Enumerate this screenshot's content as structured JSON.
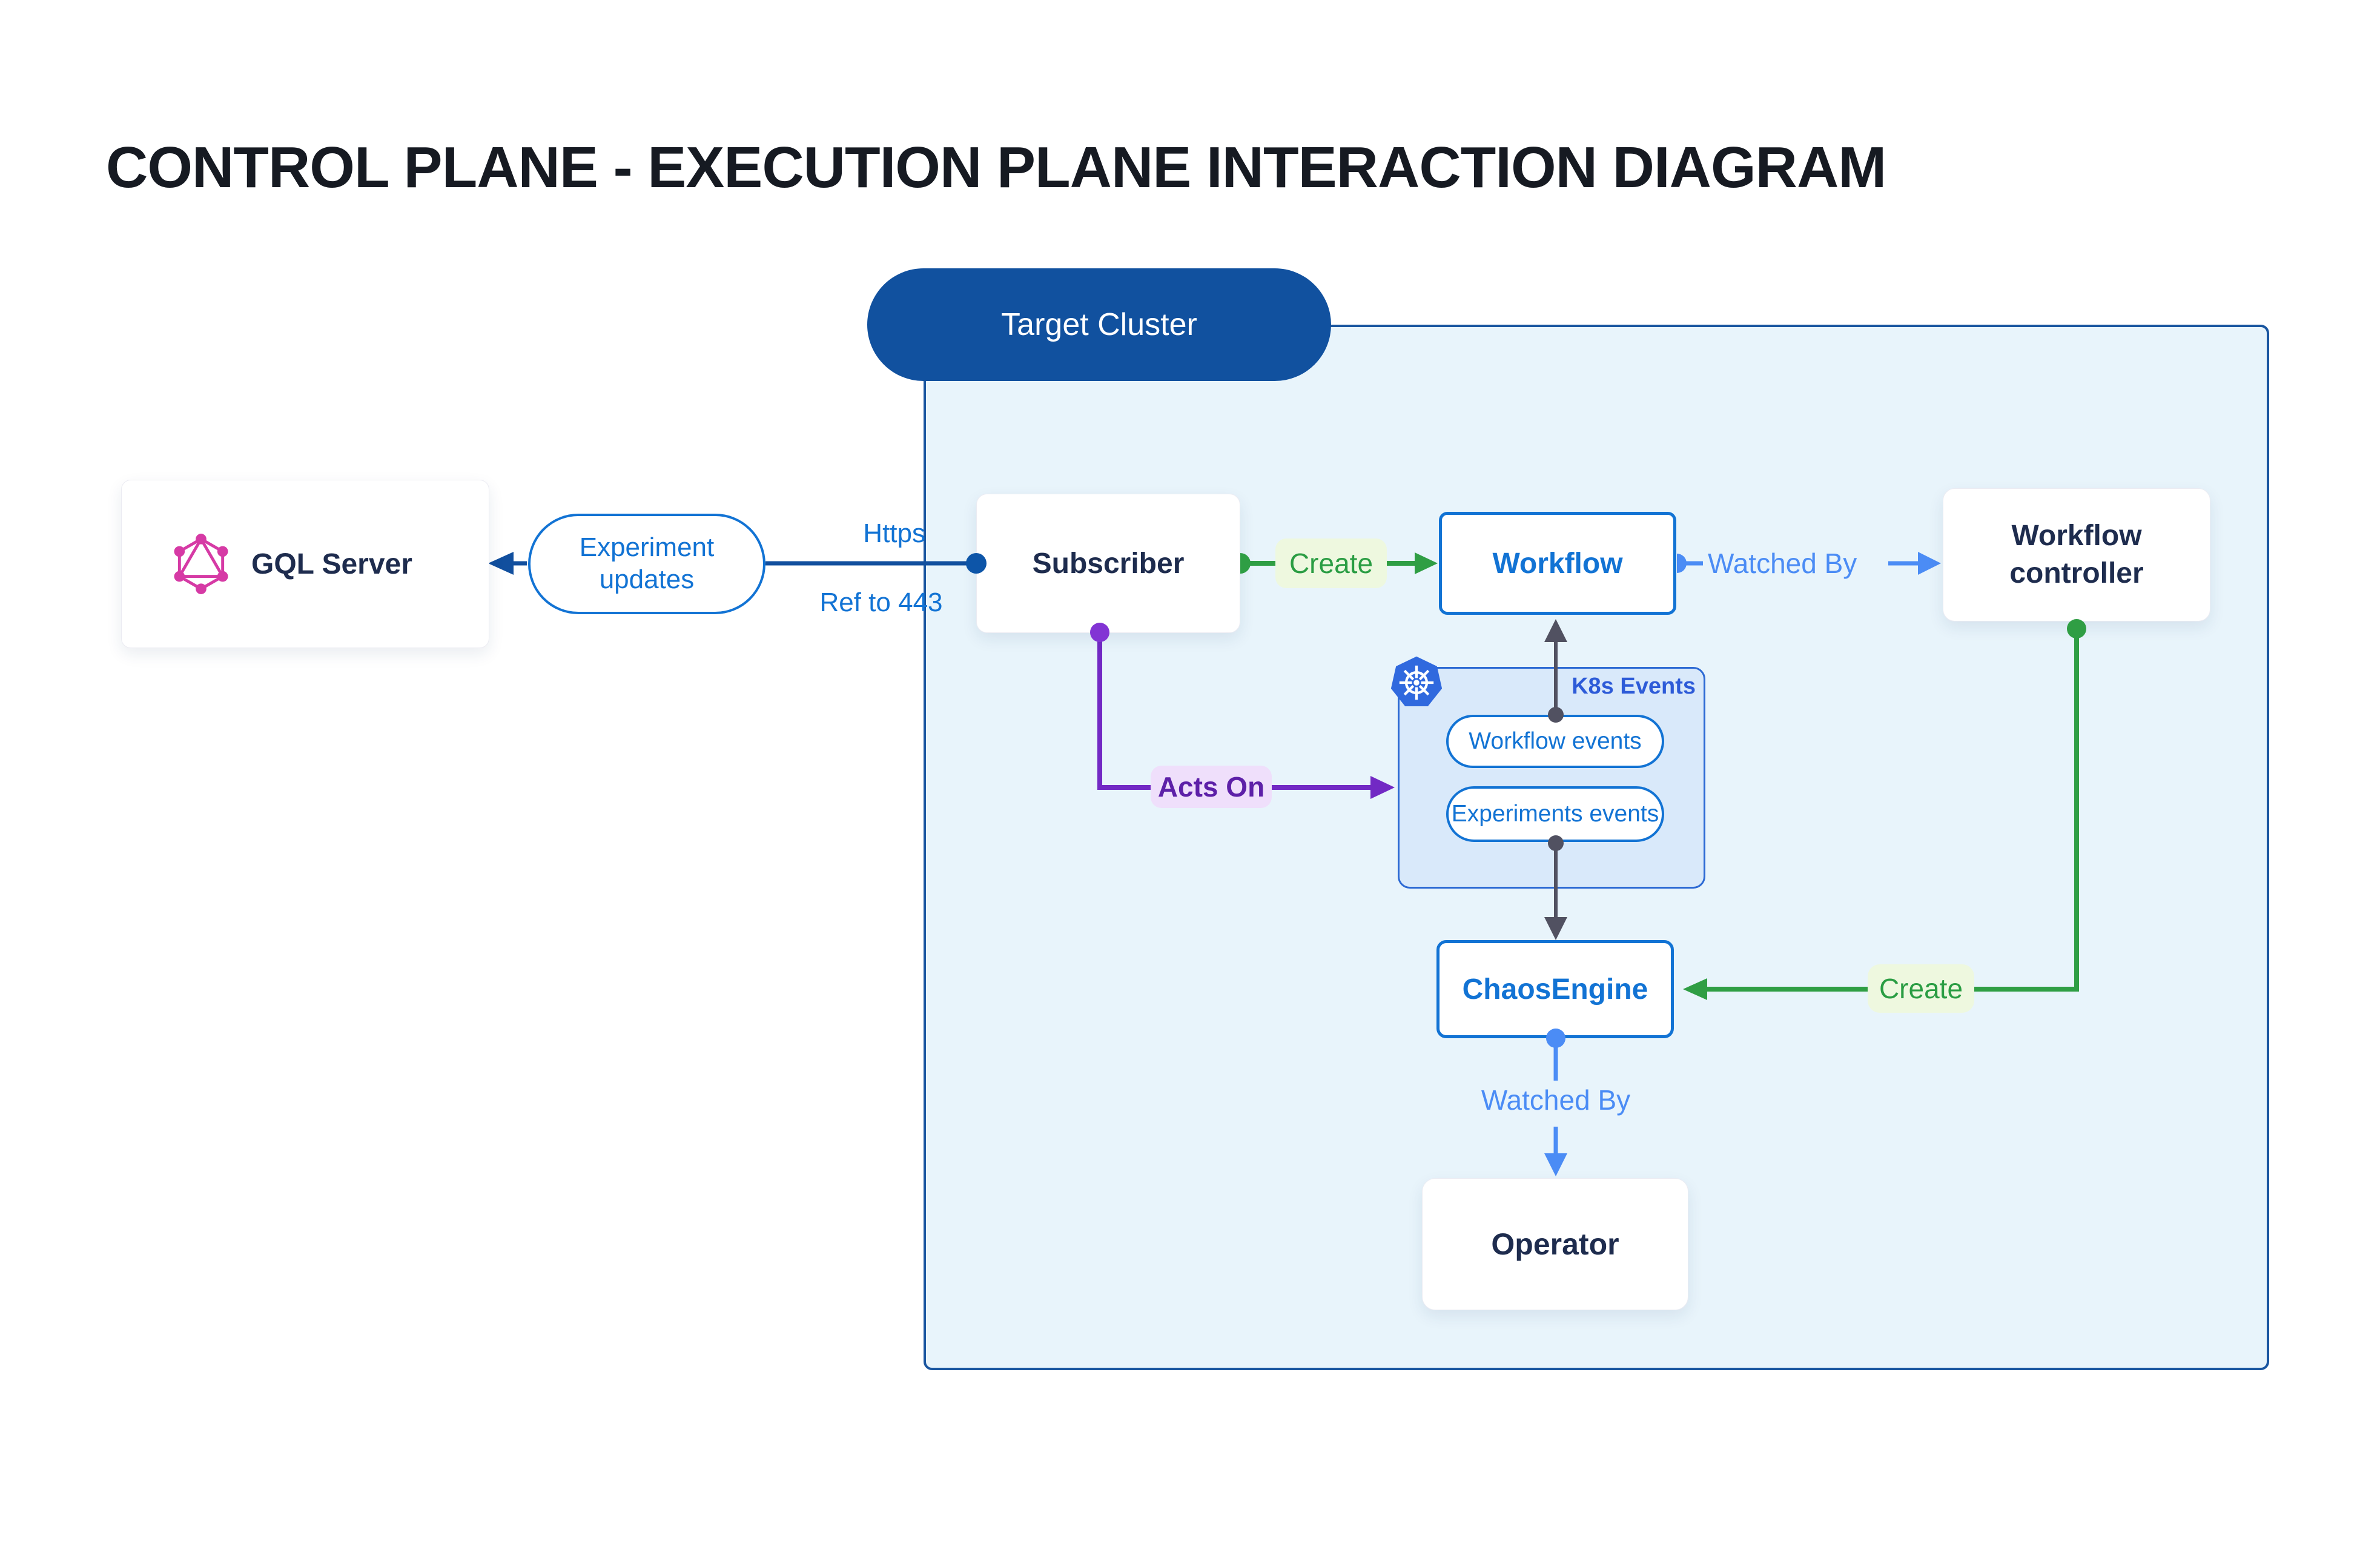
{
  "title": "CONTROL PLANE - EXECUTION PLANE INTERACTION DIAGRAM",
  "target_cluster": {
    "label": "Target Cluster"
  },
  "control_plane": {
    "gql_server": {
      "label": "GQL Server",
      "icon": "graphql-icon"
    },
    "experiment_updates": {
      "label": "Experiment updates"
    }
  },
  "execution_plane": {
    "subscriber": {
      "label": "Subscriber"
    },
    "workflow": {
      "label": "Workflow"
    },
    "workflow_controller": {
      "label": "Workflow controller"
    },
    "k8s_events": {
      "label": "K8s Events",
      "icon": "kubernetes-icon",
      "pills": [
        "Workflow events",
        "Experiments events"
      ]
    },
    "chaos_engine": {
      "label": "ChaosEngine"
    },
    "operator": {
      "label": "Operator"
    }
  },
  "edges": {
    "https": "Https",
    "ref_to_443": "Ref to 443",
    "create_workflow": "Create",
    "watched_by_workflow": "Watched By",
    "acts_on": "Acts On",
    "create_chaosengine": "Create",
    "watched_by_operator": "Watched By"
  },
  "colors": {
    "navy": "#1e2c4e",
    "blue": "#1273d4",
    "darkblue": "#114f9e",
    "clusterpill": "#11519f",
    "clusterfill": "#e8f4fb",
    "clusterborder": "#1a56a0",
    "k8sfill": "#d9e9fa",
    "k8sborder": "#2d6ad4",
    "k8slabel": "#2d5bd8",
    "green": "#2f9e44",
    "greentext": "#2a9d43",
    "greenbg": "#eef8df",
    "lightblue": "#4b8cf5",
    "purple": "#7229c4",
    "purpletext": "#5d20a8",
    "purplebg": "#efdffb",
    "slate": "#515161",
    "pink": "#d63aa5",
    "k8sblue": "#3069de",
    "dotblue": "#0d55a8",
    "dotpurple": "#8234d4"
  }
}
